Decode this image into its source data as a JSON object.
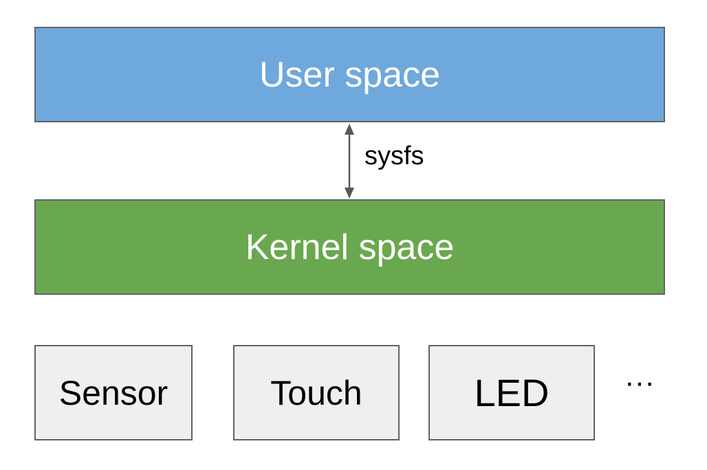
{
  "layers": {
    "user_space": {
      "label": "User space",
      "color": "#6fa8dc"
    },
    "kernel_space": {
      "label": "Kernel space",
      "color": "#6aa84f"
    }
  },
  "connector": {
    "label": "sysfs",
    "icon": "double-arrow-vertical-icon"
  },
  "devices": [
    {
      "label": "Sensor"
    },
    {
      "label": "Touch"
    },
    {
      "label": "LED"
    }
  ],
  "more_indicator": "···"
}
